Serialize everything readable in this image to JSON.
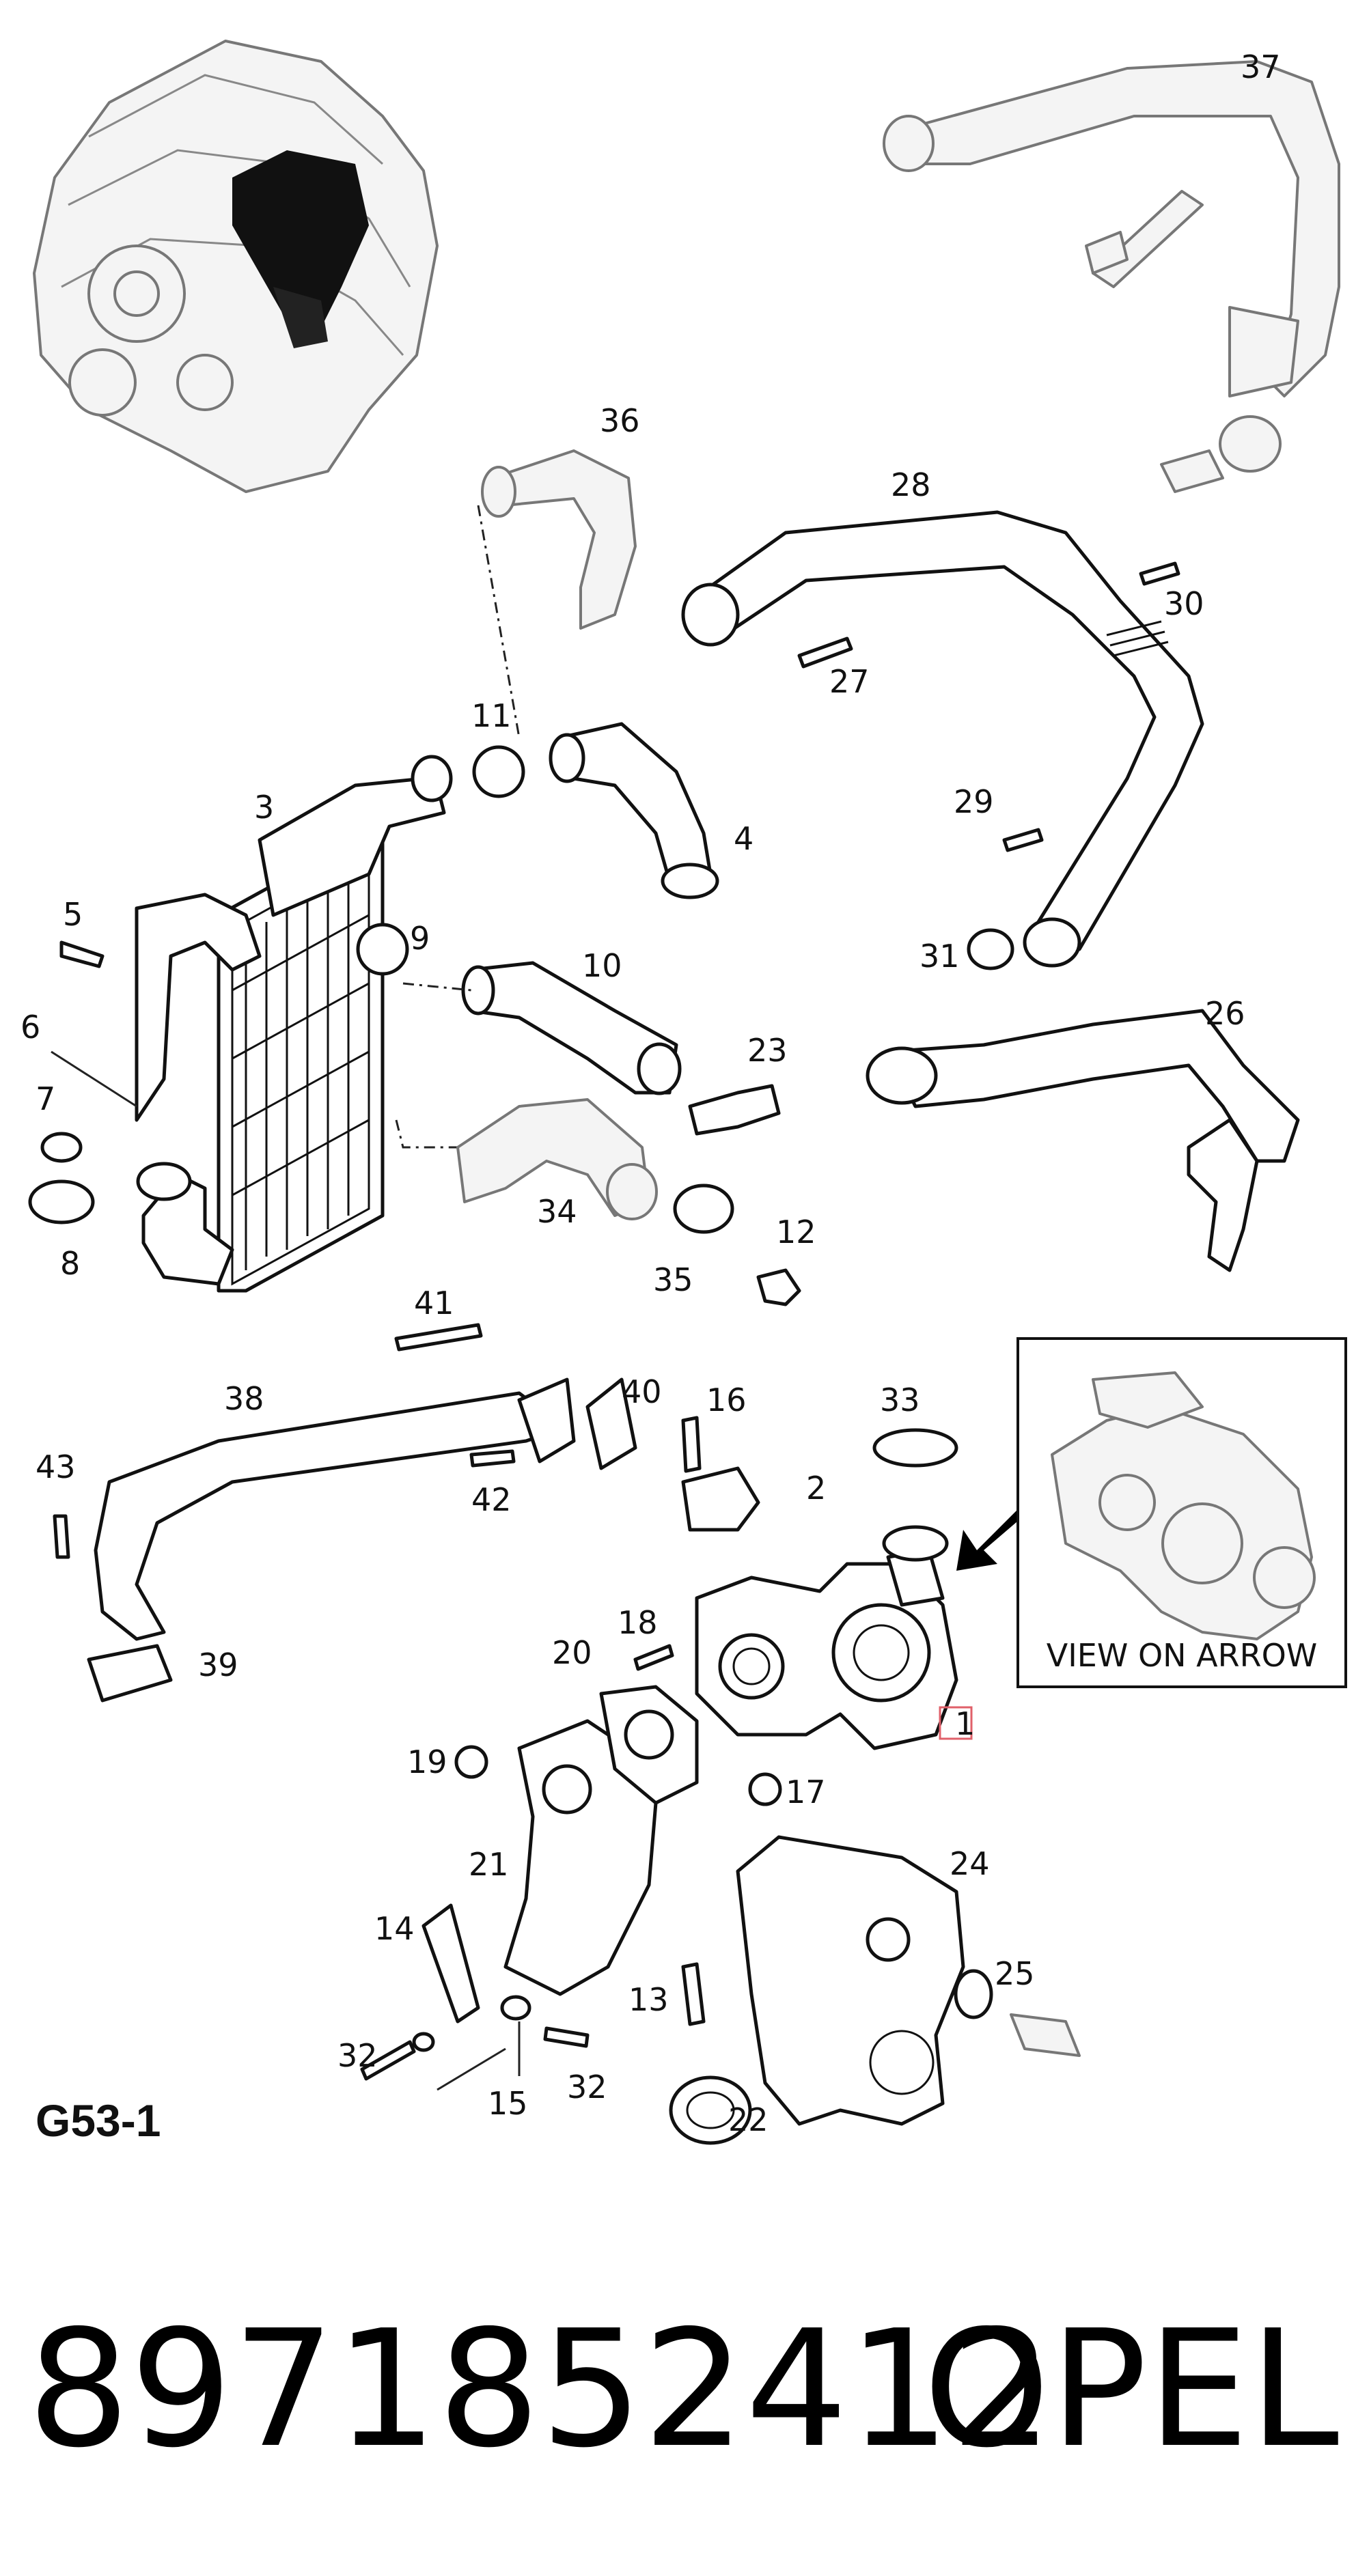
{
  "diagram_label": "G53-1",
  "view_label": "VIEW ON ARROW",
  "part_number": "8971852412",
  "brand": "OPEL",
  "highlighted_callout": "1",
  "colors": {
    "highlight": "#e0606a",
    "ink": "#111111",
    "ghost": "#888888"
  },
  "callouts": [
    "1",
    "2",
    "3",
    "4",
    "5",
    "6",
    "7",
    "8",
    "9",
    "10",
    "11",
    "12",
    "13",
    "14",
    "15",
    "16",
    "17",
    "18",
    "19",
    "20",
    "21",
    "22",
    "23",
    "24",
    "25",
    "26",
    "27",
    "28",
    "29",
    "30",
    "31",
    "32",
    "32",
    "33",
    "34",
    "35",
    "36",
    "37",
    "38",
    "39",
    "40",
    "41",
    "42",
    "43"
  ]
}
